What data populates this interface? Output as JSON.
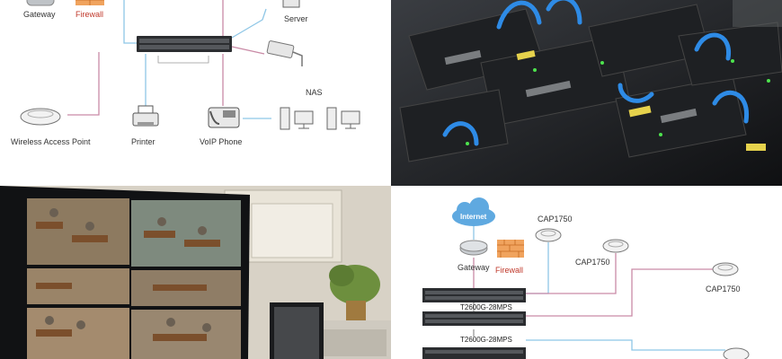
{
  "top_left_diagram": {
    "labels": {
      "gateway": "Gateway",
      "firewall": "Firewall",
      "server": "Server",
      "nas": "NAS",
      "wireless_ap": "Wireless Access Point",
      "printer": "Printer",
      "voip_phone": "VoIP Phone"
    }
  },
  "bottom_right_diagram": {
    "labels": {
      "internet": "Internet",
      "gateway": "Gateway",
      "firewall": "Firewall",
      "cap_1": "CAP1750",
      "cap_2": "CAP1750",
      "cap_3": "CAP1750",
      "switch_1": "T2600G-28MPS",
      "switch_2": "T2600G-28MPS"
    }
  },
  "colors": {
    "link_blue": "#8ec6e6",
    "link_pink": "#c98aa6",
    "firewall_orange": "#f0a35e",
    "switch_dark": "#2b2d30"
  }
}
